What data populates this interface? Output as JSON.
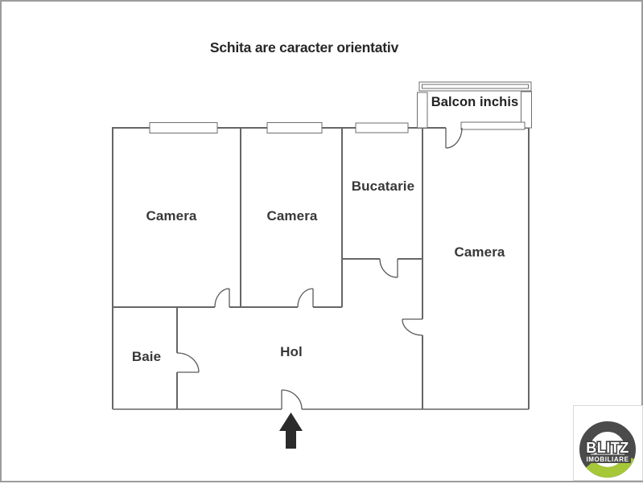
{
  "page": {
    "title": "Schita are caracter orientativ"
  },
  "floorplan": {
    "rooms": [
      {
        "id": "camera-left",
        "label": "Camera"
      },
      {
        "id": "camera-middle",
        "label": "Camera"
      },
      {
        "id": "bucatarie",
        "label": "Bucatarie"
      },
      {
        "id": "camera-right",
        "label": "Camera"
      },
      {
        "id": "baie",
        "label": "Baie"
      },
      {
        "id": "hol",
        "label": "Hol"
      },
      {
        "id": "balcon",
        "label": "Balcon inchis"
      }
    ],
    "features": [
      "entrance-arrow",
      "door-swings",
      "windows"
    ],
    "colors": {
      "wall": "#666666",
      "label": "#383838",
      "arrow": "#2b2b2b",
      "frame_border": "#9c9c9c"
    }
  },
  "logo": {
    "brand": "BLITZ",
    "subtitle": "IMOBILIARE",
    "ring_color": "#4b4b4b",
    "accent_color": "#a6c838"
  }
}
